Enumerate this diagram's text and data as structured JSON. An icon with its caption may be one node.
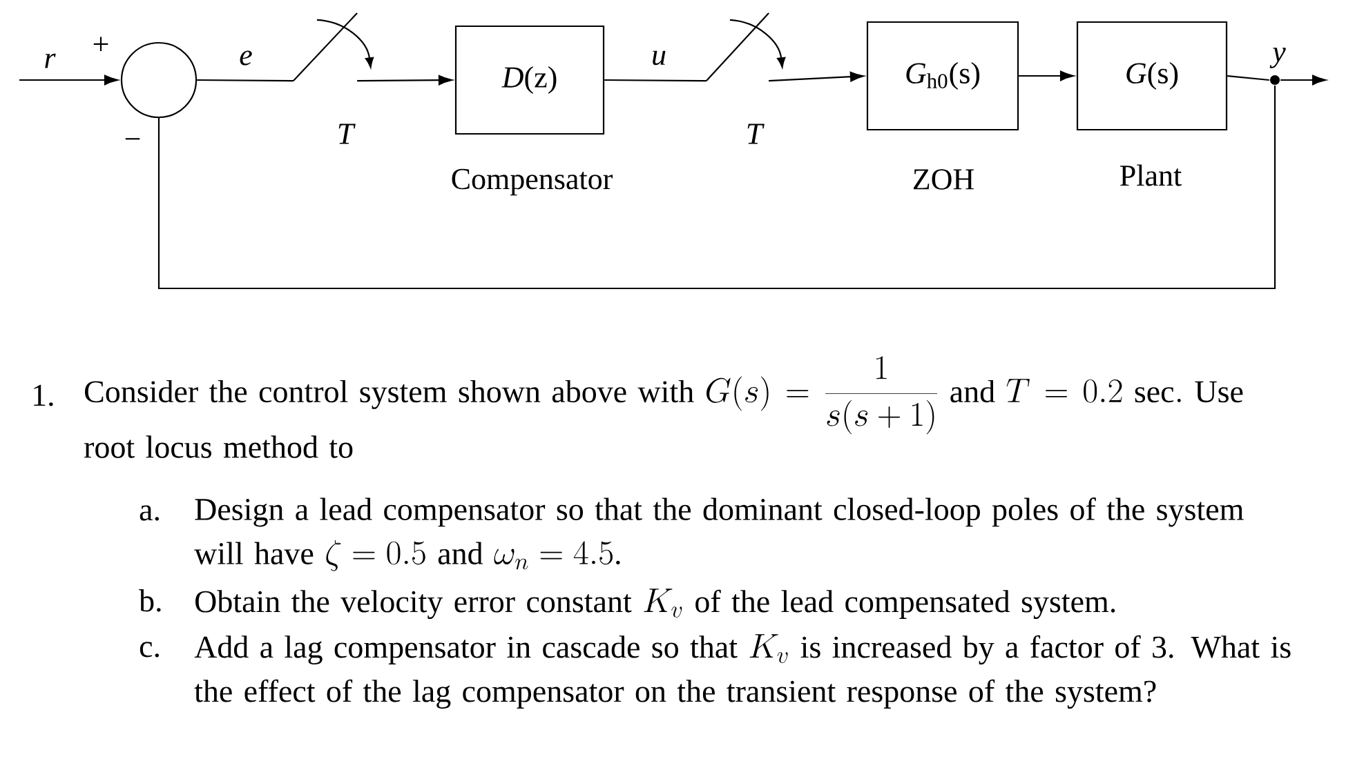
{
  "diagram": {
    "nodes": [
      {
        "text": [],
        "shape": "circle"
      },
      {
        "text": [],
        "shape": "switch",
        "beside": [
          "T"
        ]
      },
      {
        "text": [
          "*D*(z)"
        ],
        "beside": [
          "Compensator"
        ]
      },
      {
        "text": [],
        "shape": "switch",
        "beside": [
          "T"
        ]
      },
      {
        "text": [
          "*G*$_{h0}$(s)"
        ],
        "beside": [
          "ZOH"
        ]
      },
      {
        "text": [
          "*G*(s)"
        ],
        "beside": [
          "Plant"
        ]
      },
      {
        "text": [],
        "shape": "dot"
      }
    ],
    "edges": [
      {
        "from": null,
        "to": 0,
        "arrow": "to",
        "label": "r"
      },
      {
        "from": 0,
        "to": 1,
        "arrow": "none",
        "label": "e"
      },
      {
        "from": 1,
        "to": 2,
        "arrow": "to"
      },
      {
        "from": 2,
        "to": 3,
        "arrow": "none",
        "label": "u"
      },
      {
        "from": 3,
        "to": 4,
        "arrow": "to"
      },
      {
        "from": 4,
        "to": 5,
        "arrow": "to"
      },
      {
        "from": 5,
        "to": 6,
        "arrow": "none"
      },
      {
        "from": 6,
        "to": null,
        "arrow": "to",
        "label": "y"
      },
      {
        "from": 6,
        "to": 0,
        "arrow": "none"
      }
    ],
    "labels": [
      "+",
      "−",
      "1.",
      "Consider the control system shown above with",
      "G(s)=\\frac{1}{s(s+1)}",
      "and",
      "T=0.2\\ \\mathrm{sec}.",
      "Use root locus method to",
      "a.",
      "Design a lead compensator so that the dominant closed-loop poles of the system will have",
      "\\zeta=0.5",
      "and",
      "\\omega_n=4.5",
      ".",
      "b.",
      "Obtain the velocity error constant",
      "K_v",
      "of the lead compensated system.",
      "c.",
      "Add a lag compensator in cascade so that",
      "K_v",
      "is increased by a factor of 3. What is the effect of the lag compensator on the transient response of the system?"
    ]
  }
}
